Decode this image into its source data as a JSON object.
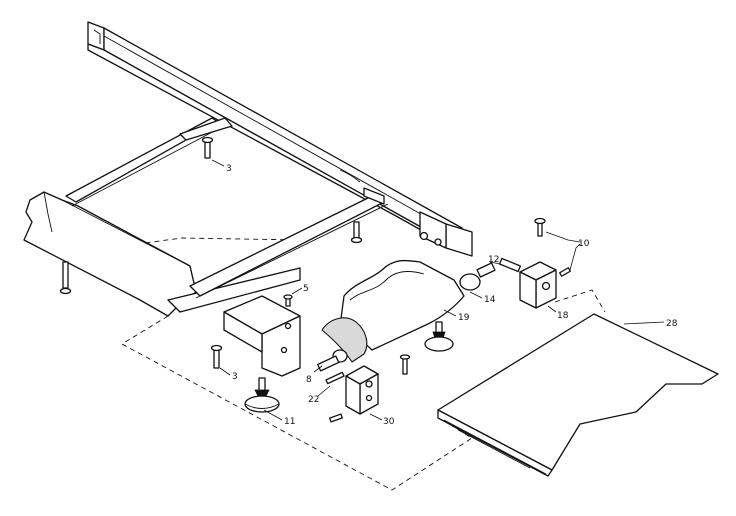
{
  "callouts": {
    "c3_top": "3",
    "c5": "5",
    "c3_bottom": "3",
    "c8": "8",
    "c22": "22",
    "c11": "11",
    "c30": "30",
    "c19": "19",
    "c14": "14",
    "c12": "12",
    "c10": "10",
    "c18": "18",
    "c28": "28"
  }
}
